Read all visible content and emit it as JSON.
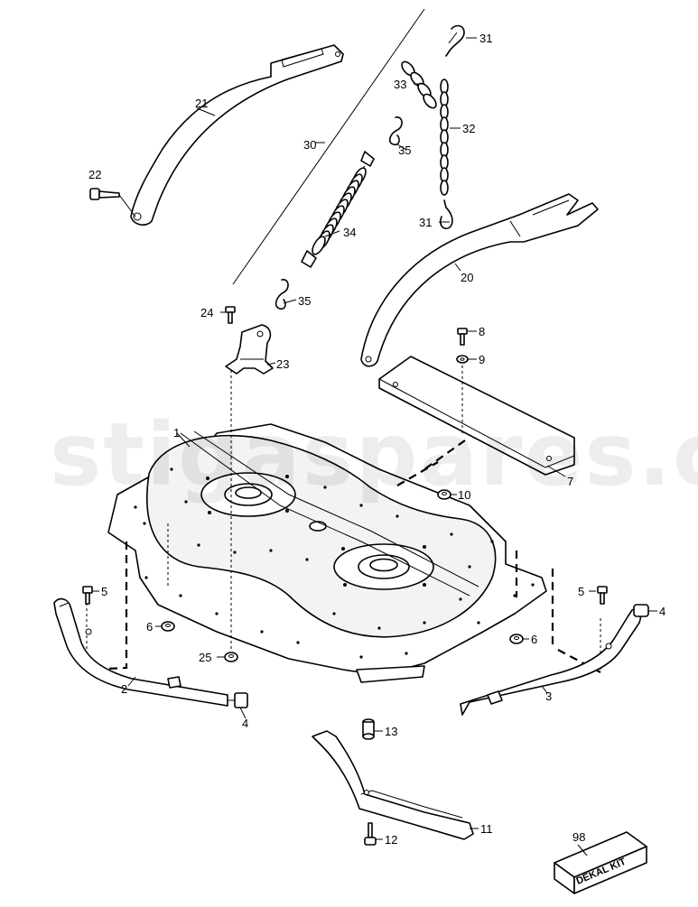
{
  "watermark": "stigaspares.co.uk",
  "callouts": [
    {
      "id": "1",
      "text": "1"
    },
    {
      "id": "2",
      "text": "2"
    },
    {
      "id": "3",
      "text": "3"
    },
    {
      "id": "4a",
      "text": "4"
    },
    {
      "id": "4b",
      "text": "4"
    },
    {
      "id": "5a",
      "text": "5"
    },
    {
      "id": "5b",
      "text": "5"
    },
    {
      "id": "6a",
      "text": "6"
    },
    {
      "id": "6b",
      "text": "6"
    },
    {
      "id": "7",
      "text": "7"
    },
    {
      "id": "8",
      "text": "8"
    },
    {
      "id": "9",
      "text": "9"
    },
    {
      "id": "10",
      "text": "10"
    },
    {
      "id": "11",
      "text": "11"
    },
    {
      "id": "12",
      "text": "12"
    },
    {
      "id": "13",
      "text": "13"
    },
    {
      "id": "20",
      "text": "20"
    },
    {
      "id": "21",
      "text": "21"
    },
    {
      "id": "22",
      "text": "22"
    },
    {
      "id": "23",
      "text": "23"
    },
    {
      "id": "24",
      "text": "24"
    },
    {
      "id": "25",
      "text": "25"
    },
    {
      "id": "30",
      "text": "30"
    },
    {
      "id": "31a",
      "text": "31"
    },
    {
      "id": "31b",
      "text": "31"
    },
    {
      "id": "32",
      "text": "32"
    },
    {
      "id": "33",
      "text": "33"
    },
    {
      "id": "34",
      "text": "34"
    },
    {
      "id": "35a",
      "text": "35"
    },
    {
      "id": "35b",
      "text": "35"
    },
    {
      "id": "98",
      "text": "98"
    }
  ],
  "decal_kit": {
    "label": "DEKAL KIT"
  }
}
